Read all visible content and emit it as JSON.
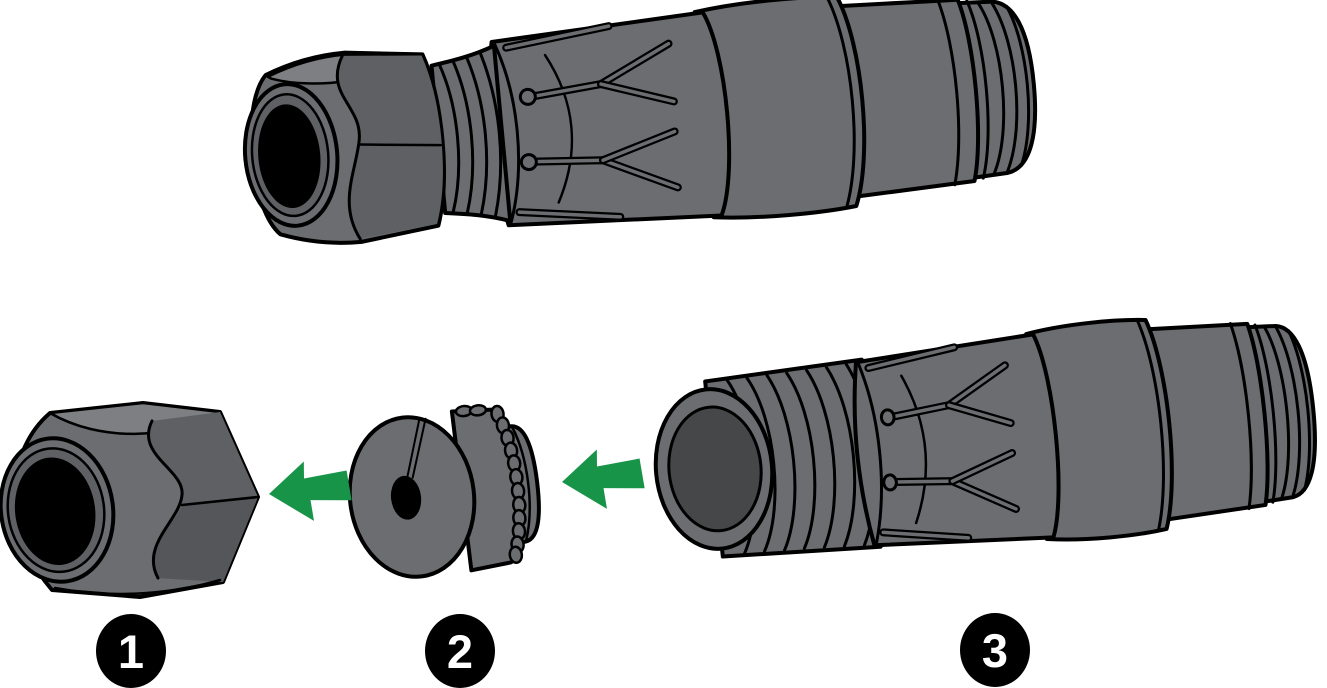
{
  "figure": {
    "type": "exploded-assembly-diagram",
    "subject": "cable-gland-connector",
    "views": [
      "assembled-connector",
      "disassembled-parts"
    ]
  },
  "labels": [
    {
      "text": "1"
    },
    {
      "text": "2"
    },
    {
      "text": "3"
    }
  ],
  "parts": [
    {
      "label": "1",
      "icon": "hex-gland-nut"
    },
    {
      "label": "2",
      "icon": "sealing-grommet"
    },
    {
      "label": "3",
      "icon": "connector-body"
    }
  ],
  "arrows": [
    {
      "direction": "left",
      "between": [
        "2",
        "1"
      ]
    },
    {
      "direction": "left",
      "between": [
        "3",
        "2"
      ]
    }
  ],
  "colors": {
    "bg": "#ffffff",
    "ink": "#000000",
    "gray-main": "#6b6d70",
    "gray-mid": "#5e6063",
    "gray-dark": "#54565a",
    "gray-light": "#7d7f82",
    "gray-interior": "#464749",
    "green": "#189448"
  }
}
